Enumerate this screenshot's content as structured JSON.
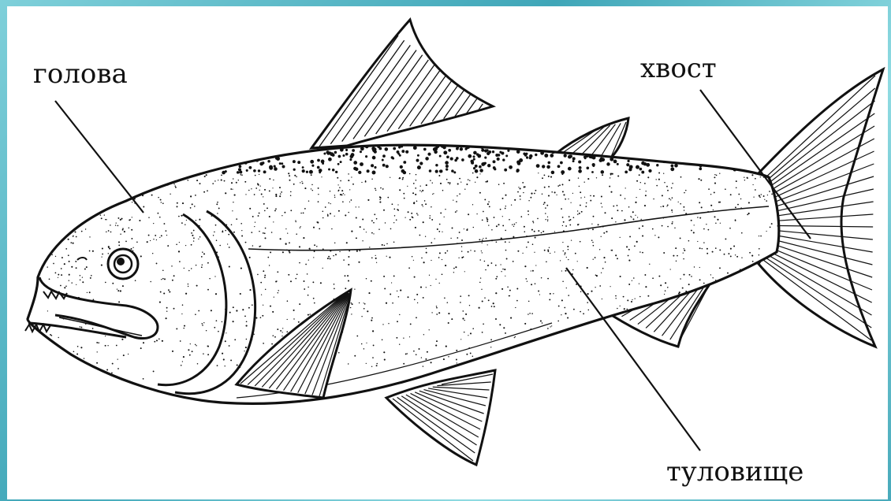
{
  "diagram": {
    "labels": {
      "head": "голова",
      "tail": "хвост",
      "body": "туловище"
    },
    "colors": {
      "ink": "#111111",
      "frame": "#5fb8c6",
      "paper": "#ffffff"
    }
  }
}
